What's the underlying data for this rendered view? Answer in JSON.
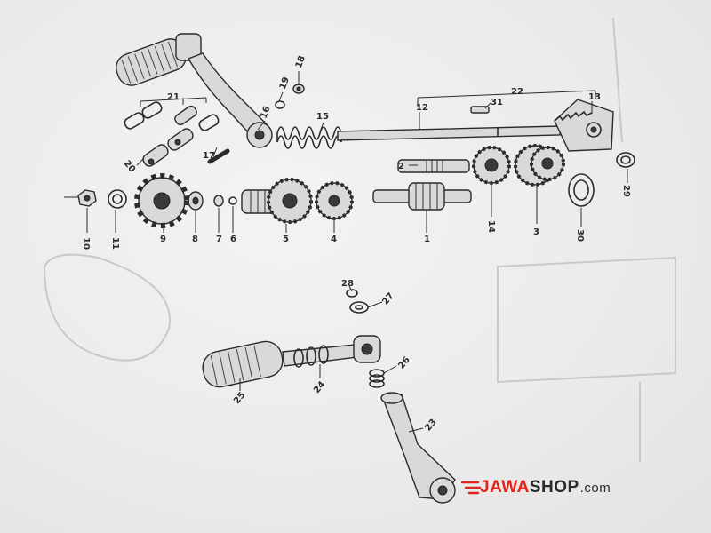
{
  "diagram": {
    "part_numbers": {
      "n1": "1",
      "n2": "2",
      "n3": "3",
      "n4": "4",
      "n5": "5",
      "n6": "6",
      "n7": "7",
      "n8": "8",
      "n9": "9",
      "n10": "10",
      "n11": "11",
      "n12": "12",
      "n13": "13",
      "n14": "14",
      "n15": "15",
      "n16": "16",
      "n17": "17",
      "n18": "18",
      "n19": "19",
      "n20": "20",
      "n21": "21",
      "n22": "22",
      "n23": "23",
      "n24": "24",
      "n25": "25",
      "n26": "26",
      "n27": "27",
      "n28": "28",
      "n29": "29",
      "n30": "30",
      "n31": "31"
    }
  },
  "watermark": {
    "brand_red": "JAWA",
    "brand_dark": "SHOP",
    "domain": ".com",
    "colors": {
      "red": "#e2231a",
      "dark": "#2b2b2b"
    }
  }
}
